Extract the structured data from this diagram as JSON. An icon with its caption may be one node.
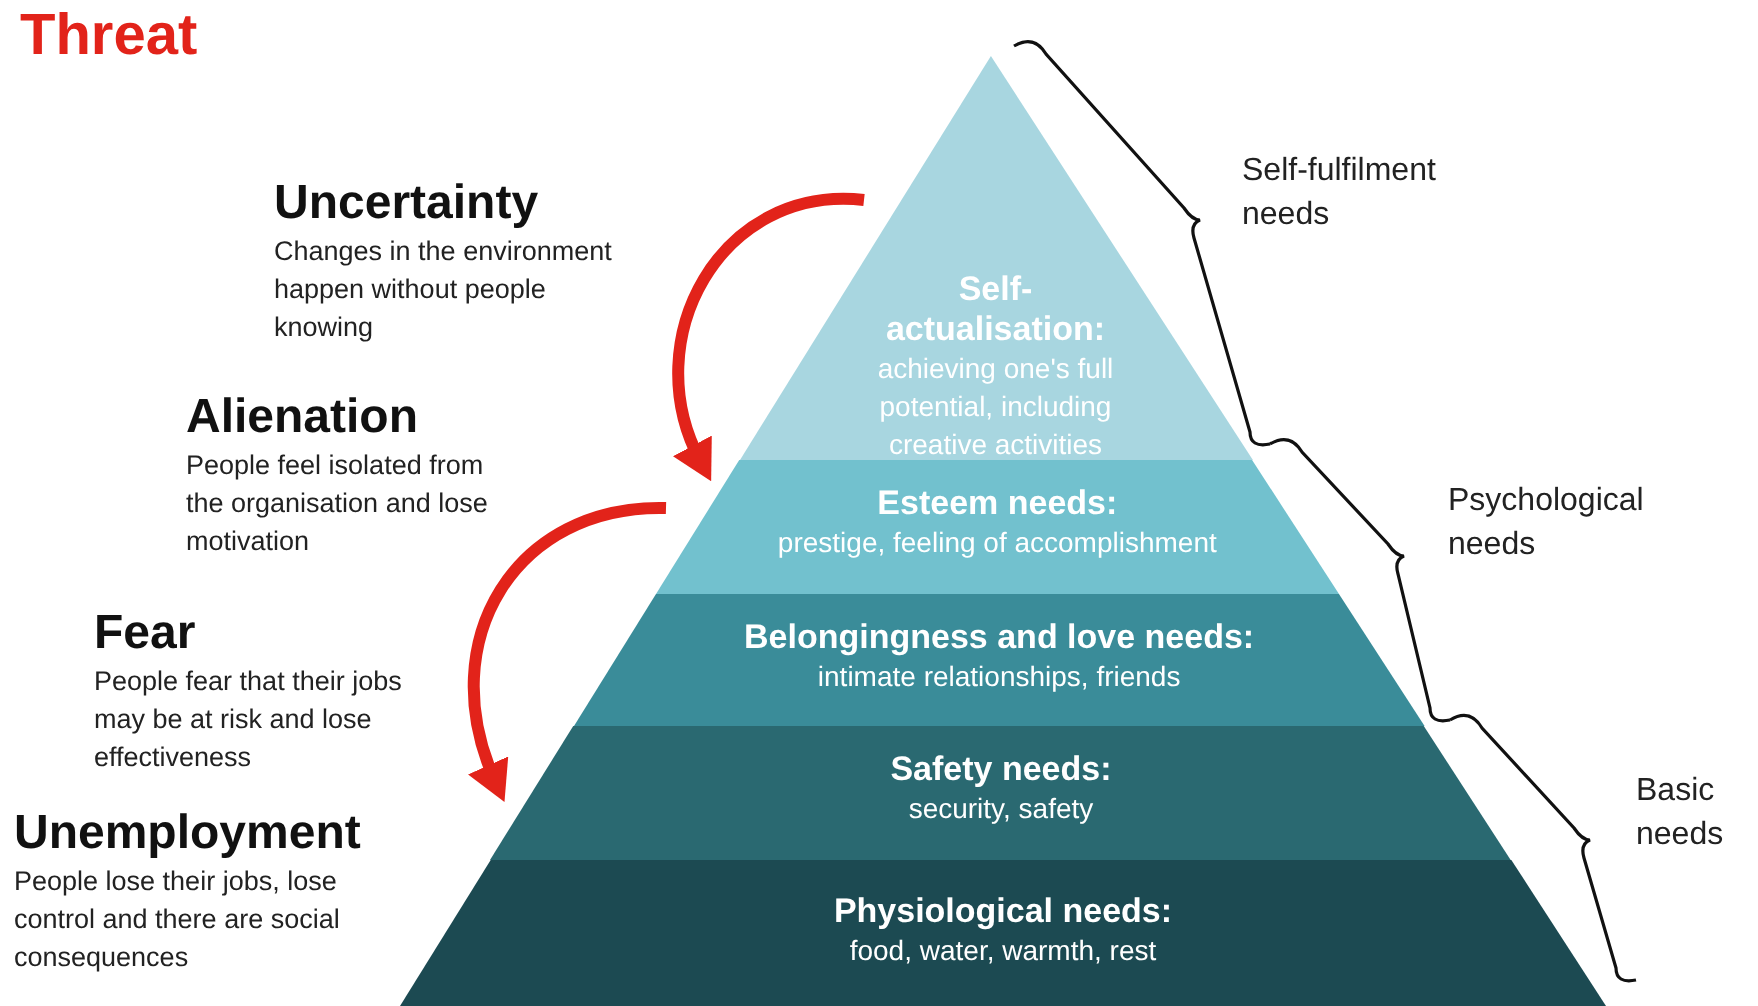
{
  "diagram": {
    "title": "Threat",
    "nodes": [
      {
        "text": [
          "Uncertainty",
          "Changes in the environment happen without people knowing"
        ]
      },
      {
        "text": [
          "Alienation",
          "People feel isolated from the organisation and lose motivation"
        ]
      },
      {
        "text": [
          "Fear",
          "People fear that their jobs may be at risk and lose effectiveness"
        ]
      },
      {
        "text": [
          "Unemployment",
          "People lose their jobs, lose control and there are social consequences"
        ]
      },
      {
        "text": [
          "Self-actualisation:",
          "achieving one's full potential, including creative activities"
        ]
      },
      {
        "text": [
          "Esteem needs:",
          "prestige, feeling of accomplishment"
        ]
      },
      {
        "text": [
          "Belongingness and love needs:",
          "intimate relationships, friends"
        ]
      },
      {
        "text": [
          "Safety needs:",
          "security, safety"
        ]
      },
      {
        "text": [
          "Physiological needs:",
          "food, water, warmth, rest"
        ]
      }
    ],
    "edges": [
      {
        "from": null,
        "to": 5,
        "arrow": "to"
      },
      {
        "from": null,
        "to": 7,
        "arrow": "to"
      }
    ],
    "labels": [
      "Self-fulfilment needs",
      "Psychological needs",
      "Basic needs"
    ]
  }
}
